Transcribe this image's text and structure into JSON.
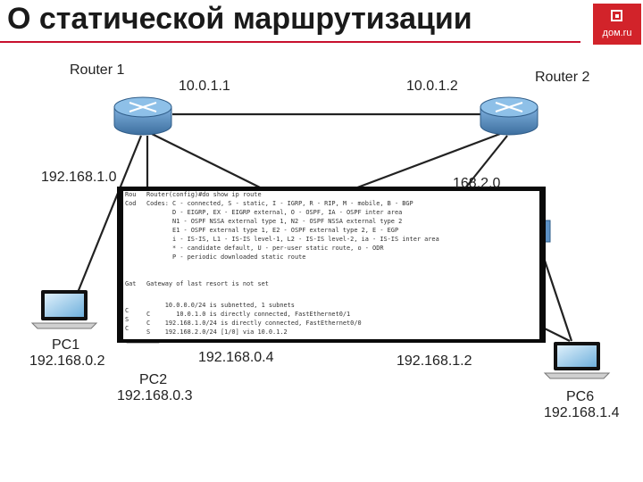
{
  "title": "О статической маршрутизации",
  "logo": {
    "text": "дом.ru"
  },
  "colors": {
    "accent": "#c8102e",
    "router": "#4a7fb5",
    "link": "#222222"
  },
  "nodes": {
    "router1": {
      "name": "Router 1",
      "ip": "10.0.1.1",
      "lan": "192.168.1.0"
    },
    "router2": {
      "name": "Router 2",
      "ip": "10.0.1.2",
      "lan": "168.2.0"
    },
    "pc1": {
      "name": "PC1",
      "ip": "192.168.0.2"
    },
    "pc2": {
      "name": "PC2",
      "ip": "192.168.0.3"
    },
    "pc6": {
      "name": "PC6",
      "ip": "192.168.1.4"
    },
    "host_a": {
      "ip": "192.168.0.4"
    },
    "host_b": {
      "ip": "192.168.1.2"
    }
  },
  "console": {
    "back_lines": [
      "Rou",
      "Cod",
      "",
      "",
      "",
      "",
      "",
      "",
      "",
      "",
      "Gat",
      "",
      "",
      "C",
      "S",
      "C"
    ],
    "lines": [
      "Router(config)#do show ip route",
      "Codes: C - connected, S - static, I - IGRP, R - RIP, M - mobile, B - BGP",
      "       D - EIGRP, EX - EIGRP external, O - OSPF, IA - OSPF inter area",
      "       N1 - OSPF NSSA external type 1, N2 - OSPF NSSA external type 2",
      "       E1 - OSPF external type 1, E2 - OSPF external type 2, E - EGP",
      "       i - IS-IS, L1 - IS-IS level-1, L2 - IS-IS level-2, ia - IS-IS inter area",
      "       * - candidate default, U - per-user static route, o - ODR",
      "       P - periodic downloaded static route",
      "",
      "Gateway of last resort is not set",
      "",
      "     10.0.0.0/24 is subnetted, 1 subnets",
      "C       10.0.1.0 is directly connected, FastEthernet0/1",
      "C    192.168.1.0/24 is directly connected, FastEthernet0/0",
      "S    192.168.2.0/24 [1/0] via 10.0.1.2"
    ]
  }
}
